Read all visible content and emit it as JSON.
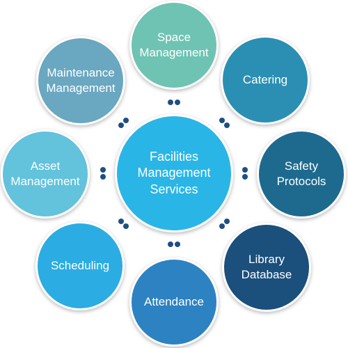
{
  "center": {
    "label": "Facilities\nManagement\nServices",
    "color": "#29b6e6"
  },
  "nodes": [
    {
      "id": "space-management",
      "label": "Space\nManagement",
      "color": "#6fc3b3"
    },
    {
      "id": "catering",
      "label": "Catering",
      "color": "#2b8fb3"
    },
    {
      "id": "safety-protocols",
      "label": "Safety\nProtocols",
      "color": "#1d6a8e"
    },
    {
      "id": "library-database",
      "label": "Library\nDatabase",
      "color": "#1b4f7c"
    },
    {
      "id": "attendance",
      "label": "Attendance",
      "color": "#2d82c2"
    },
    {
      "id": "scheduling",
      "label": "Scheduling",
      "color": "#2bace2"
    },
    {
      "id": "asset-management",
      "label": "Asset\nManagement",
      "color": "#63c2dc"
    },
    {
      "id": "maintenance-management",
      "label": "Maintenance\nManagement",
      "color": "#6aa7c1"
    }
  ],
  "connector_color": "#1e4f80"
}
